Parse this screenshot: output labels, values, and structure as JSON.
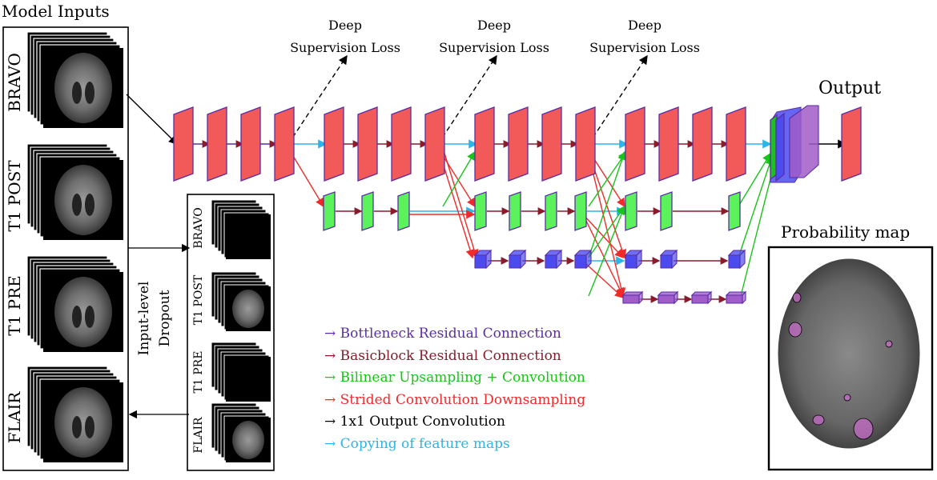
{
  "header": {
    "model_inputs": "Model Inputs",
    "output": "Output",
    "probability_map": "Probability map"
  },
  "inputs": [
    "BRAVO",
    "T1 POST",
    "T1 PRE",
    "FLAIR"
  ],
  "dropout": {
    "label_line1": "Input-level",
    "label_line2": "Dropout",
    "channels": [
      "BRAVO",
      "T1 POST",
      "T1 PRE",
      "FLAIR"
    ],
    "shown": [
      false,
      true,
      false,
      true
    ]
  },
  "supervision": {
    "line1": "Deep",
    "line2": "Supervision Loss"
  },
  "legend": [
    {
      "text": "Bottleneck Residual Connection",
      "color": "#5a2ea6"
    },
    {
      "text": "Basicblock Residual Connection",
      "color": "#8b1a2b"
    },
    {
      "text": "Bilinear Upsampling + Convolution",
      "color": "#18c418"
    },
    {
      "text": "Strided Convolution Downsampling",
      "color": "#ee2b2b"
    },
    {
      "text": "1x1 Output Convolution",
      "color": "#000000"
    },
    {
      "text": "Copying of feature maps",
      "color": "#2bb5e8"
    }
  ],
  "colors": {
    "level0_fill": "#f25a5a",
    "level1_fill": "#5cf25c",
    "level2_fill": "#4b4bf0",
    "level3_fill": "#a05cc8",
    "block_edge": "#5a2ea6"
  }
}
